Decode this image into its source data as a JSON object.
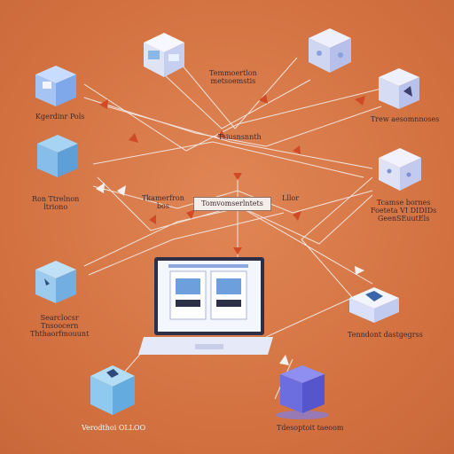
{
  "labels": {
    "top_left_node": "Kgerdinr Pols",
    "left_node": "Ron Ttrelnon\nltriono",
    "left_mid_node": "Searclocsr\nTnsoocern\nThthaorfmouunt",
    "bottom_left_node": "Verodthoi OLLOO",
    "top_center": "Temmoertlon\nmetsoemstis",
    "top_right_node": "Trew aesomnnoses",
    "right_node": "Tcamse bornes\nFoeteta VI DIDIDs\nGeenSEuutEls",
    "right_mid_node": "Tenndont dastgegrss",
    "bottom_right_node": "Tdesoptoit taeoom",
    "center_small": "Tsiusnsnnth",
    "center_box": "Tomvomserlntets",
    "center_left": "Tkamerfron\nbos",
    "center_right": "Lllor"
  },
  "colors": {
    "background": "#d9784a",
    "wire": "#f3e9e4",
    "arrow": "#cf4a25",
    "cube_blue": "#7fb2e6",
    "cube_white": "#e9ecf8",
    "cube_purple": "#6a6bd9"
  },
  "icons": [
    "cube-icon",
    "laptop-icon",
    "dashboard-icon",
    "arrow-icon"
  ]
}
